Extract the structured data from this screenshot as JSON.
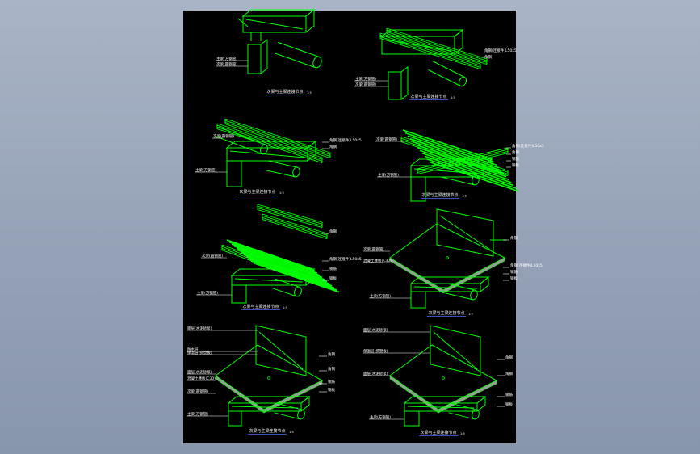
{
  "colors": {
    "background": "#98a4b8",
    "sheet": "#000000",
    "geometry": "#00ff00",
    "leader": "#ffffff",
    "caption_underline": "#4a6cff",
    "concrete_hatch": "#9a9a9a"
  },
  "details": [
    {
      "id": "d1",
      "caption": "次梁与主梁连接节点",
      "scale": "1:5",
      "labels": [
        {
          "text": "主梁(方钢管)",
          "row": 0
        },
        {
          "text": "次梁(圆钢管)",
          "row": 1
        }
      ]
    },
    {
      "id": "d2",
      "caption": "次梁与主梁连接节点",
      "scale": "1:5",
      "labels": [
        {
          "text": "主梁(方钢管)",
          "row": 0
        },
        {
          "text": "次梁(圆钢管)",
          "row": 1
        },
        {
          "text": "角钢(连接件)L50x5",
          "row": 2
        },
        {
          "text": "角钢",
          "row": 3
        }
      ]
    },
    {
      "id": "d3",
      "caption": "次梁与主梁连接节点",
      "scale": "1:5",
      "labels": [
        {
          "text": "次梁(圆钢管)",
          "row": 0
        },
        {
          "text": "主梁(方钢管)",
          "row": 1
        },
        {
          "text": "角钢(连接件)L50x5",
          "row": 2
        },
        {
          "text": "角钢",
          "row": 3
        }
      ]
    },
    {
      "id": "d4",
      "caption": "次梁与主梁连接节点",
      "scale": "1:5",
      "labels": [
        {
          "text": "次梁(圆钢管)",
          "row": 0
        },
        {
          "text": "主梁(方钢管)",
          "row": 1
        },
        {
          "text": "角钢(连接件)L50x5",
          "row": 2
        },
        {
          "text": "角钢",
          "row": 3
        },
        {
          "text": "钢筋",
          "row": 4
        },
        {
          "text": "钢板",
          "row": 5
        }
      ]
    },
    {
      "id": "d5",
      "caption": "次梁与主梁连接节点",
      "scale": "1:5",
      "labels": [
        {
          "text": "次梁(圆钢管)",
          "row": 0
        },
        {
          "text": "主梁(方钢管)",
          "row": 1
        },
        {
          "text": "角钢",
          "row": 2
        },
        {
          "text": "角钢(连接件)L50x5",
          "row": 3
        },
        {
          "text": "钢筋",
          "row": 4
        },
        {
          "text": "钢板",
          "row": 5
        }
      ]
    },
    {
      "id": "d6",
      "caption": "次梁与主梁连接节点",
      "scale": "1:5",
      "labels": [
        {
          "text": "次梁(圆钢管)",
          "row": 0
        },
        {
          "text": "混凝土楼板(C30)",
          "row": 1
        },
        {
          "text": "主梁(方钢管)",
          "row": 2
        },
        {
          "text": "角钢",
          "row": 3
        },
        {
          "text": "角钢(连接件)L50x5",
          "row": 4
        },
        {
          "text": "钢筋",
          "row": 5
        },
        {
          "text": "钢板",
          "row": 6
        }
      ]
    },
    {
      "id": "d7",
      "caption": "次梁与主梁连接节点",
      "scale": "1:5",
      "labels": [
        {
          "text": "面层(水泥砂浆)",
          "row": 0
        },
        {
          "text": "防水层",
          "row": 1
        },
        {
          "text": "保温层(挤塑板)",
          "row": 2
        },
        {
          "text": "面层(水泥砂浆)",
          "row": 3
        },
        {
          "text": "混凝土楼板(C30)",
          "row": 4
        },
        {
          "text": "次梁(圆钢管)",
          "row": 5
        },
        {
          "text": "主梁(方钢管)",
          "row": 6
        },
        {
          "text": "角钢",
          "row": 7
        },
        {
          "text": "角钢",
          "row": 8
        },
        {
          "text": "钢筋",
          "row": 9
        },
        {
          "text": "钢板",
          "row": 10
        }
      ]
    },
    {
      "id": "d8",
      "caption": "次梁与主梁连接节点",
      "scale": "1:5",
      "labels": [
        {
          "text": "面层(水泥砂浆)",
          "row": 0
        },
        {
          "text": "保温层(挤塑板)",
          "row": 1
        },
        {
          "text": "面层(水泥砂浆)",
          "row": 2
        },
        {
          "text": "主梁(方钢管)",
          "row": 3
        },
        {
          "text": "角钢",
          "row": 4
        },
        {
          "text": "角钢",
          "row": 5
        },
        {
          "text": "钢筋",
          "row": 6
        },
        {
          "text": "钢板",
          "row": 7
        }
      ]
    }
  ]
}
